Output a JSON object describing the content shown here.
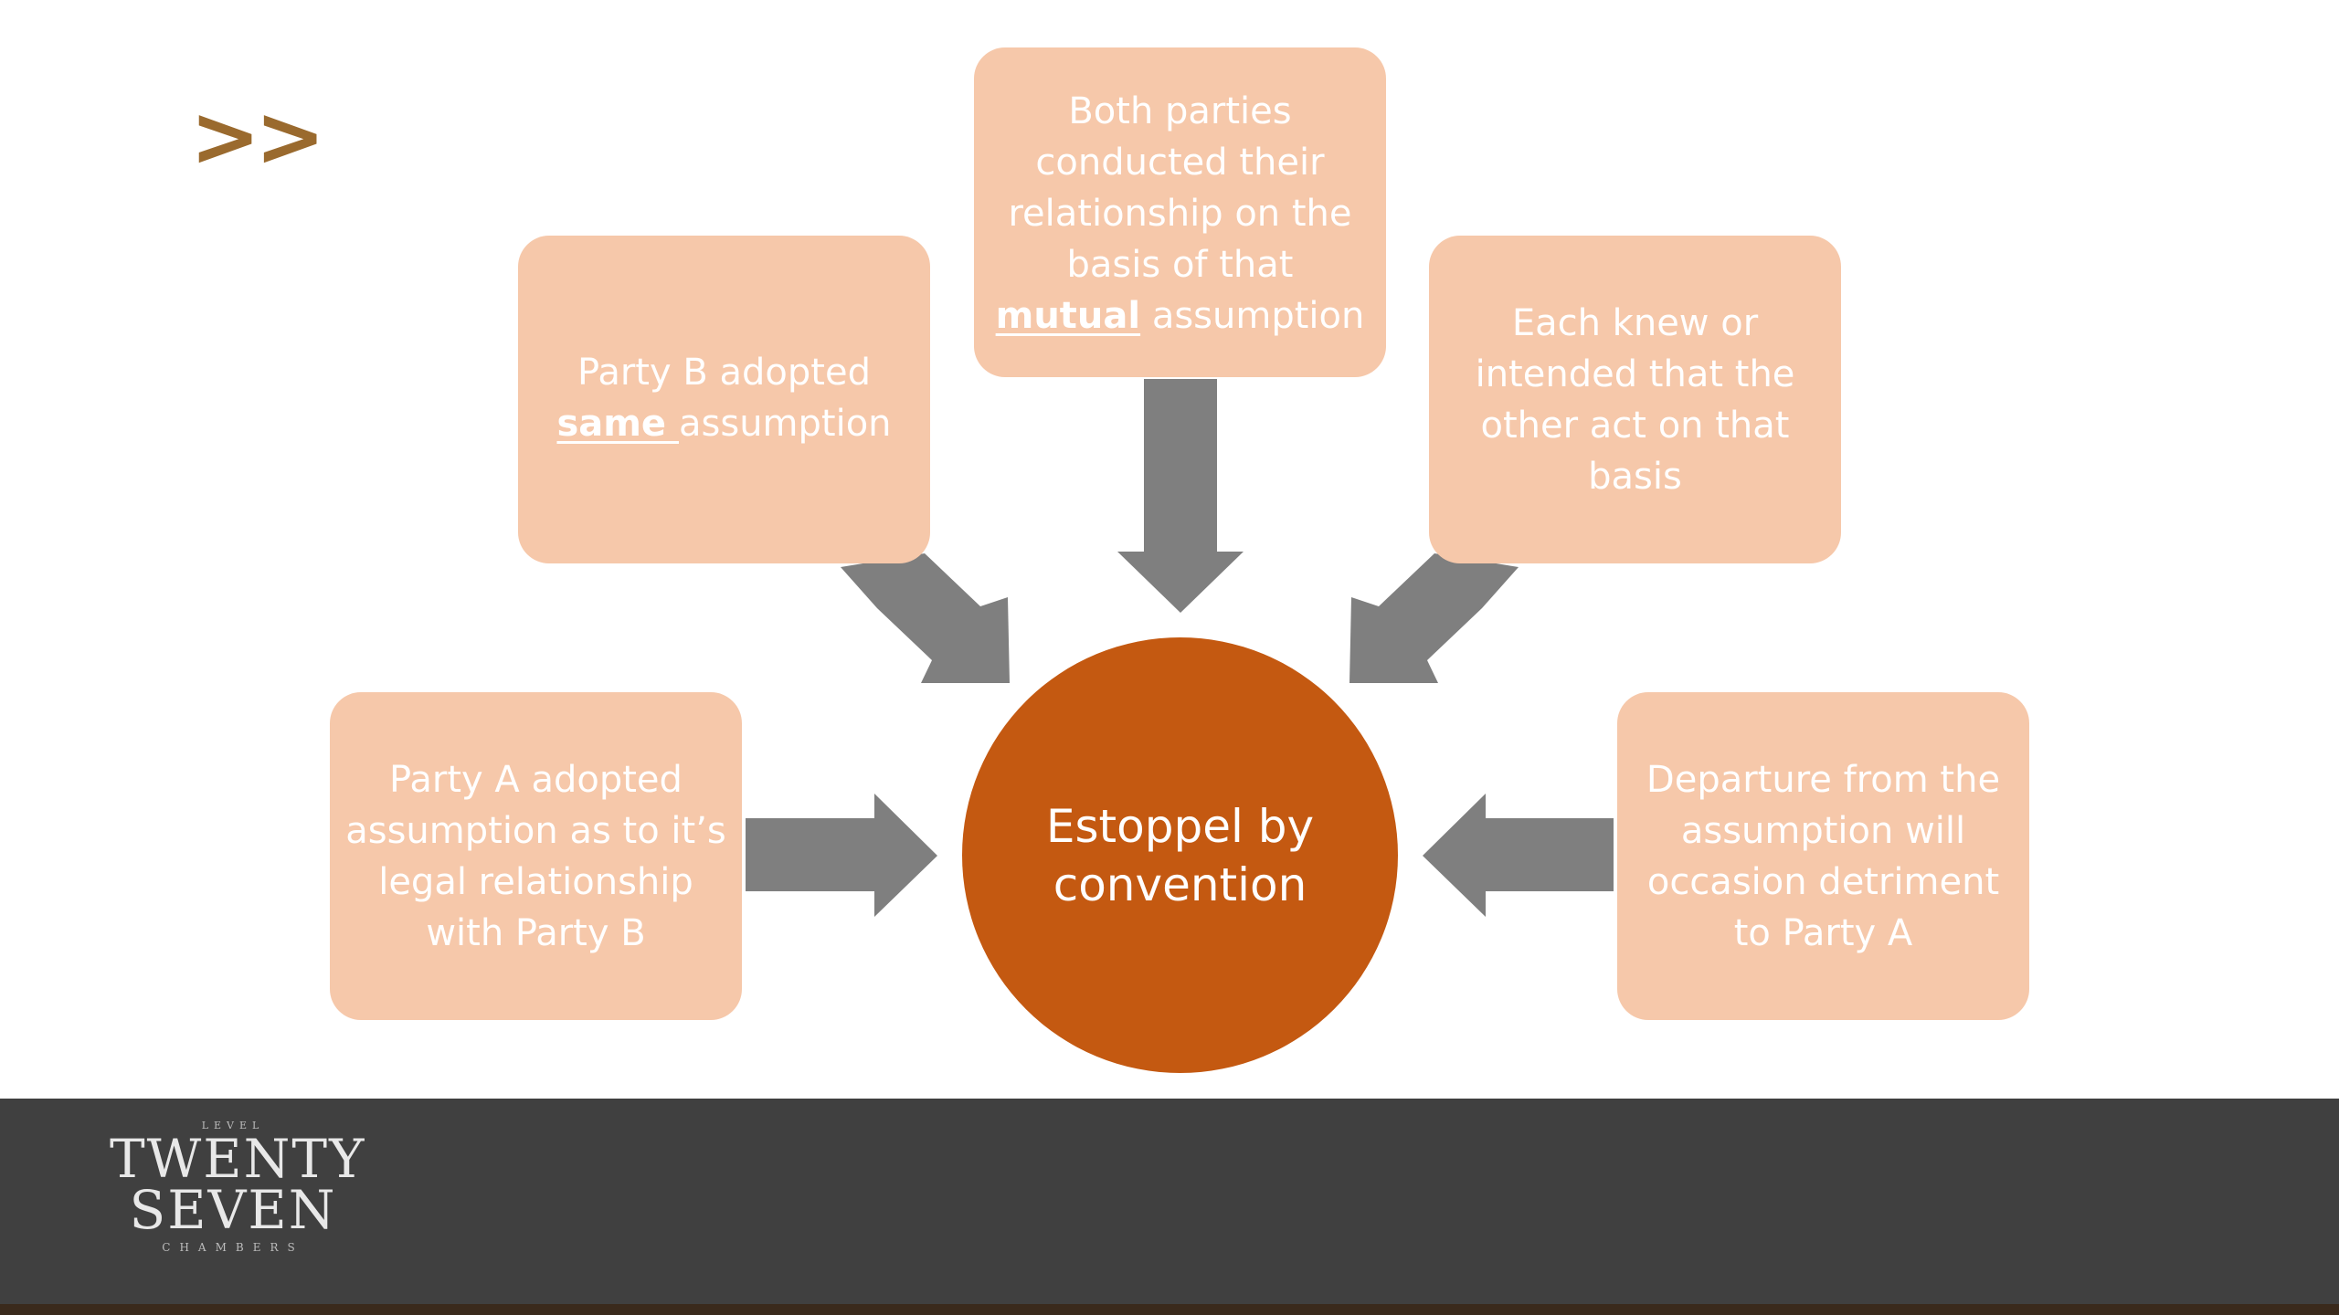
{
  "slide": {
    "marker": ">>",
    "center_label": "Estoppel by convention"
  },
  "boxes": {
    "top": {
      "before": "Both parties conducted their relationship on the basis of that ",
      "emphasis": "mutual",
      "after": " assumption"
    },
    "upper_left": {
      "before": "Party B adopted ",
      "emphasis": "same ",
      "after": "assumption"
    },
    "upper_right": {
      "text": "Each knew or intended that the other act on that basis"
    },
    "lower_left": {
      "text": "Party A adopted assumption as to it’s legal relationship with Party B"
    },
    "lower_right": {
      "text": "Departure from the assumption will occasion detriment to Party A"
    }
  },
  "logo": {
    "top": "LEVEL",
    "line1": "TWENTY",
    "line2": "SEVEN",
    "bottom": "CHAMBERS"
  },
  "colors": {
    "box_fill": "#f6c8aa",
    "center_fill": "#c45911",
    "arrow_fill": "#7f7f7f",
    "footer_fill": "#404040",
    "marker_color": "#9a6a2e"
  }
}
